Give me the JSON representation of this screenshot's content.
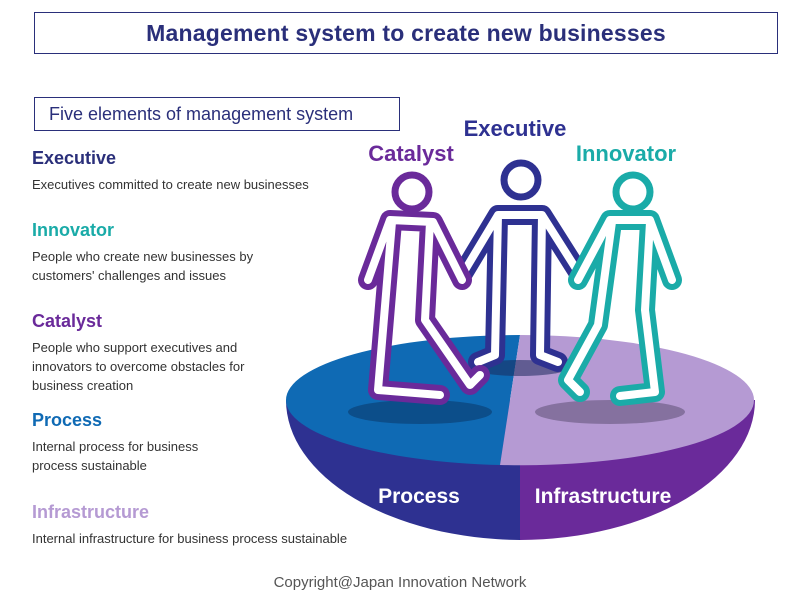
{
  "title": "Management system to create new businesses",
  "subtitle": "Five elements of management system",
  "elements": [
    {
      "name": "Executive",
      "color": "#2a2f7a",
      "description": "Executives committed to create new businesses"
    },
    {
      "name": "Innovator",
      "color": "#1aaba8",
      "description": "People who create new businesses by customers' challenges and issues"
    },
    {
      "name": "Catalyst",
      "color": "#6a2a9a",
      "description": "People who support executives and innovators to overcome obstacles for business creation"
    },
    {
      "name": "Process",
      "color": "#0f6ab4",
      "description": "Internal process for business process sustainable"
    },
    {
      "name": "Infrastructure",
      "color": "#b59ad3",
      "description": "Internal infrastructure for business process sustainable"
    }
  ],
  "figure_labels": {
    "catalyst": "Catalyst",
    "executive": "Executive",
    "innovator": "Innovator",
    "process": "Process",
    "infrastructure": "Infrastructure"
  },
  "colors": {
    "navy": "#2a2f7a",
    "blue": "#0f6ab4",
    "dark_blue": "#2e3191",
    "purple": "#6a2a9a",
    "lavender": "#b59ad3",
    "teal": "#1aaba8"
  },
  "copyright": "Copyright@Japan Innovation Network"
}
